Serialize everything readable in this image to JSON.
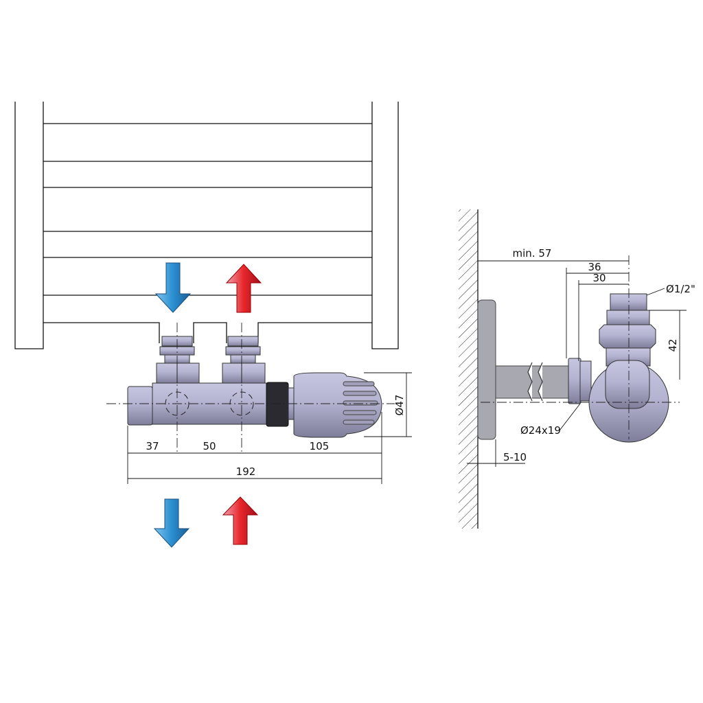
{
  "front_view": {
    "dimensions": {
      "d1": "37",
      "d2": "50",
      "d3": "105",
      "total": "192",
      "head_diameter": "Ø47"
    },
    "arrows": {
      "supply_color": "#e8262a",
      "return_color": "#2a8fd0"
    }
  },
  "side_view": {
    "dimensions": {
      "wall_distance": "min. 57",
      "d36": "36",
      "d30": "30",
      "height": "42",
      "thread": "Ø1/2\"",
      "pipe": "Ø24x19",
      "plate": "5-10"
    }
  }
}
